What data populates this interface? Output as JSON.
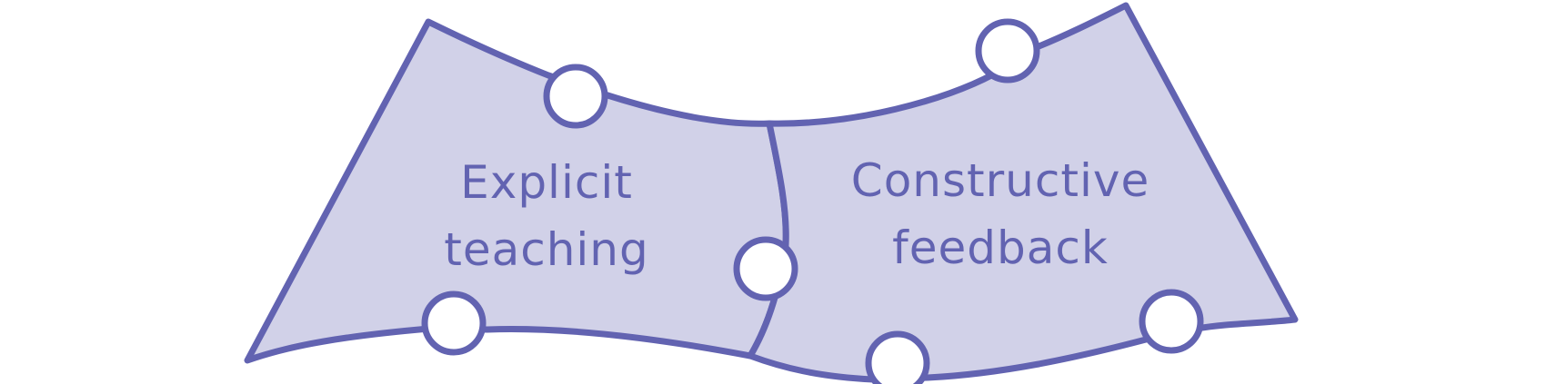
{
  "colors": {
    "fill": "#d1d1e8",
    "stroke": "#6263b1",
    "text": "#6263b1",
    "background": "#ffffff"
  },
  "pieces": [
    {
      "id": "left",
      "label_lines": [
        "Explicit",
        "teaching"
      ]
    },
    {
      "id": "right",
      "label_lines": [
        "Constructive",
        "feedback"
      ]
    }
  ]
}
